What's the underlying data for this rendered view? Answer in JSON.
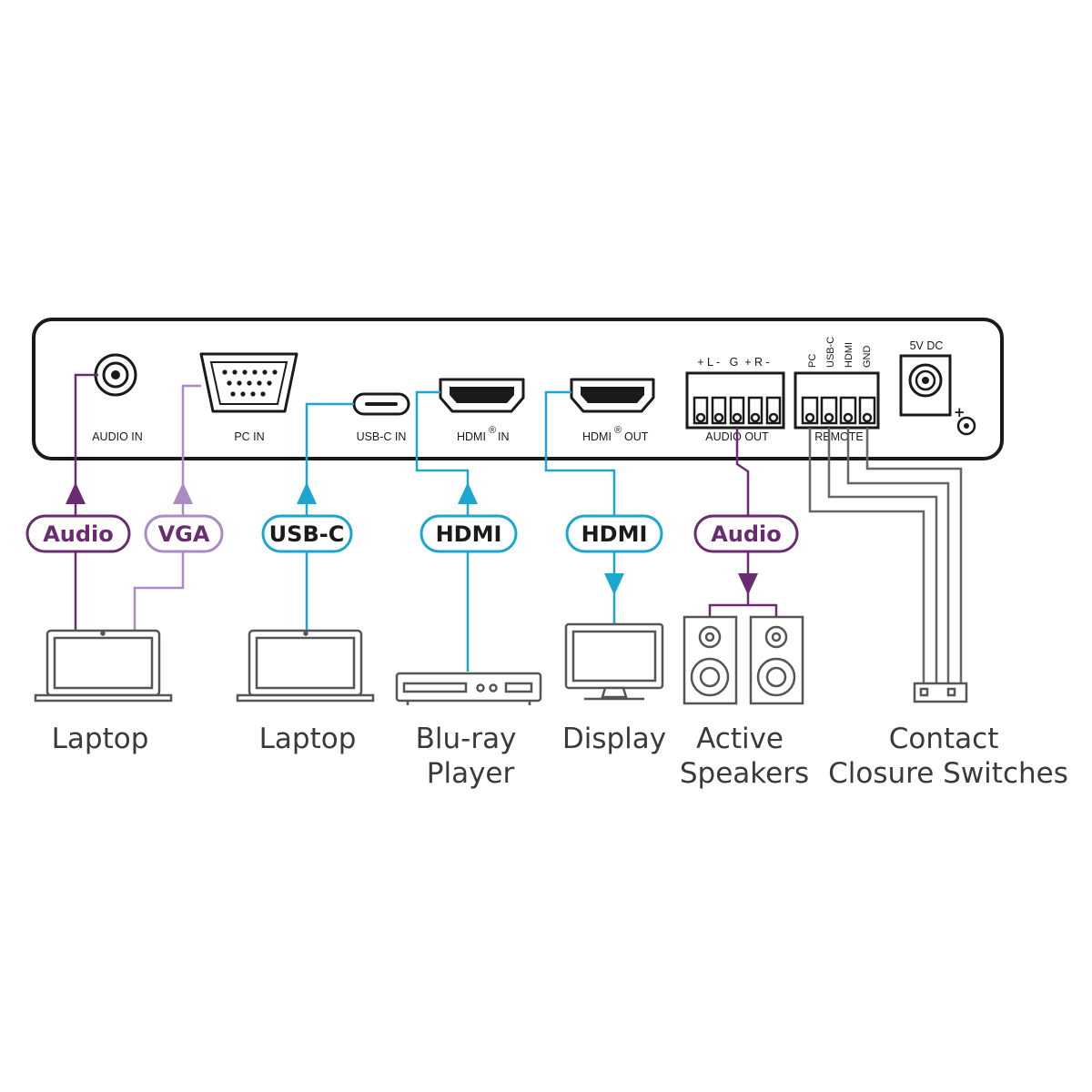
{
  "device": {
    "ports": {
      "audio_in": "AUDIO IN",
      "pc_in": "PC IN",
      "usbc_in": "USB-C IN",
      "hdmi_in": "HDMI",
      "hdmi_in_suffix": "IN",
      "hdmi_out": "HDMI",
      "hdmi_out_suffix": "OUT",
      "audio_out": "AUDIO OUT",
      "audio_out_pins": "+ L -   G  + R -",
      "remote": "REMOTE",
      "remote_pins": [
        "PC",
        "USB-C",
        "HDMI",
        "GND"
      ],
      "power": "5V DC",
      "registered": "®",
      "plus": "+"
    }
  },
  "connections": {
    "audio_in": "Audio",
    "vga": "VGA",
    "usbc": "USB-C",
    "hdmi_in": "HDMI",
    "hdmi_out": "HDMI",
    "audio_out": "Audio"
  },
  "devices": {
    "laptop_1": [
      "Laptop"
    ],
    "laptop_2": [
      "Laptop"
    ],
    "bluray": [
      "Blu-ray",
      "Player"
    ],
    "display": [
      "Display"
    ],
    "speakers": [
      "Active",
      "Speakers"
    ],
    "switches": [
      "Contact",
      "Closure Switches"
    ]
  },
  "colors": {
    "audio": "#6a2c70",
    "vga": "#a98bc6",
    "cyan": "#1aa6cf",
    "outline": "#1a1a1a",
    "device_stroke": "#555555"
  }
}
